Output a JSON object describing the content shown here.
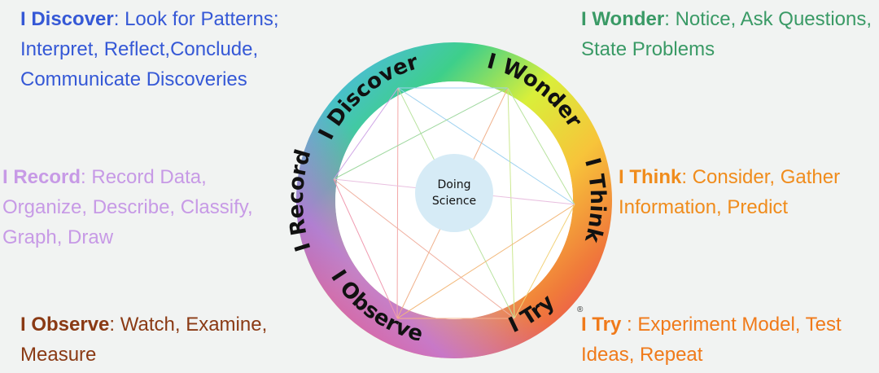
{
  "center": {
    "line1": "Doing",
    "line2": "Science"
  },
  "ring_labels": {
    "discover": "I Discover",
    "wonder": "I Wonder",
    "think": "I Think",
    "try": "I Try",
    "observe": "I Observe",
    "record": "I Record"
  },
  "notes": {
    "discover": {
      "title": "I Discover",
      "text": ": Look for Patterns; Interpret, Reflect,Conclude, Communicate Discoveries",
      "color": "#3558d6"
    },
    "wonder": {
      "title": "I Wonder",
      "text": ": Notice, Ask Questions, State Problems",
      "color": "#3a9a66"
    },
    "record": {
      "title": "I Record",
      "text": ": Record Data, Organize, Describe, Classify, Graph, Draw",
      "color": "#c79ae6"
    },
    "think": {
      "title": "I Think",
      "text": ": Consider, Gather Information, Predict",
      "color": "#f08c1c"
    },
    "observe": {
      "title": "I Observe",
      "text": ": Watch, Examine, Measure",
      "color": "#8a3a14"
    },
    "try": {
      "title": "I Try",
      "text": " : Experiment Model, Test Ideas, Repeat",
      "color": "#f07a1a"
    }
  },
  "registered_mark": "®"
}
